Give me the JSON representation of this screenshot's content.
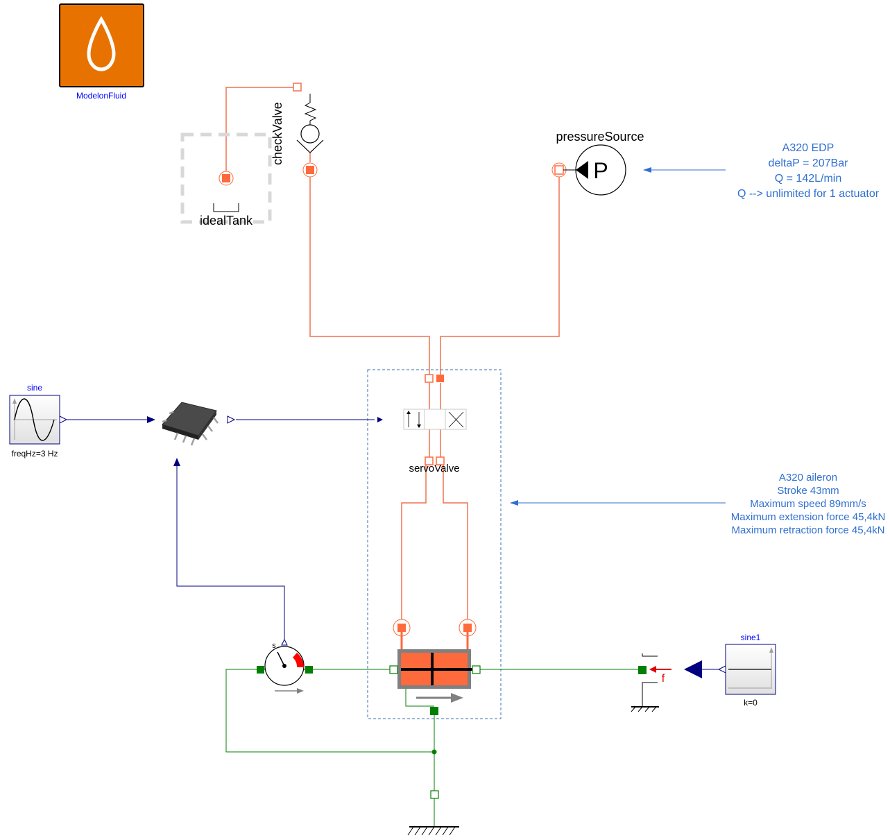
{
  "library": {
    "label": "ModelonFluid",
    "icon": "droplet-icon"
  },
  "components": {
    "check_valve": {
      "label": "checkValve"
    },
    "ideal_tank": {
      "label": "idealTank"
    },
    "pressure_source": {
      "label": "pressureSource",
      "symbol": "P"
    },
    "servo_valve": {
      "label": "servoValve"
    },
    "sine": {
      "label": "sine",
      "param": "freqHz=3 Hz"
    },
    "sine1": {
      "label": "sine1",
      "param": "k=0"
    },
    "position_sensor": {
      "label": "s"
    },
    "force_source": {
      "label": "f"
    }
  },
  "annotations": {
    "pump": [
      "A320 EDP",
      "deltaP = 207Bar",
      "Q = 142L/min",
      "Q --> unlimited for 1 actuator"
    ],
    "actuator": [
      "A320 aileron",
      "Stroke 43mm",
      "Maximum speed 89mm/s",
      "Maximum extension force 45,4kN",
      "Maximum retraction force 45,4kN"
    ]
  },
  "colors": {
    "fluid": "#ff6a3d",
    "fluid_line": "#f07050",
    "signal": "#00007f",
    "mechanical": "#007f00",
    "annotation": "#2f6fd1",
    "library_bg": "#e87200",
    "component_label": "#0000ff"
  }
}
